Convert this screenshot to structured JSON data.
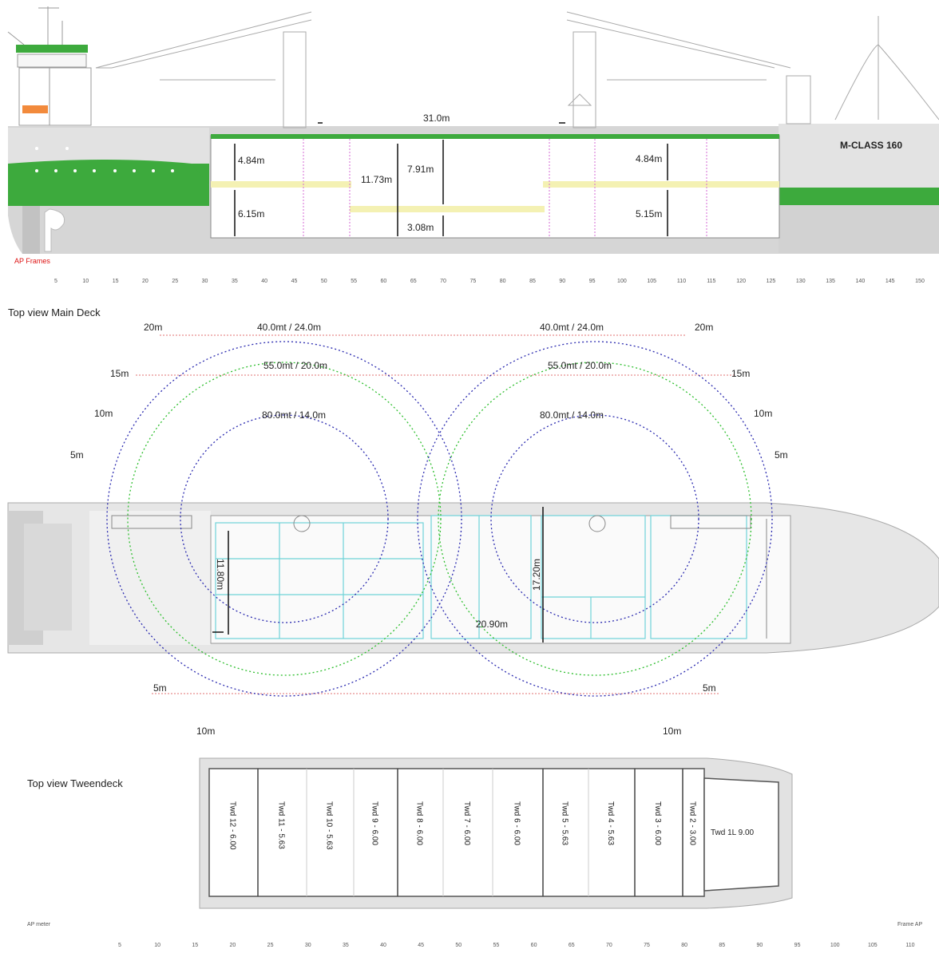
{
  "side_view": {
    "ship_name": "M-CLASS 160",
    "ap_frames_label": "AP Frames",
    "hold_length": "31.0m",
    "dim_upper_left": "4.84m",
    "dim_lower_left": "6.15m",
    "dim_mid_total": "11.73m",
    "dim_mid_upper": "7.91m",
    "dim_mid_lower": "3.08m",
    "dim_upper_right": "4.84m",
    "dim_lower_right": "5.15m",
    "frame_ticks": [
      "5",
      "10",
      "15",
      "20",
      "25",
      "30",
      "35",
      "40",
      "45",
      "50",
      "55",
      "60",
      "65",
      "70",
      "75",
      "80",
      "85",
      "90",
      "95",
      "100",
      "105",
      "110",
      "115",
      "120",
      "125",
      "130",
      "135",
      "140",
      "145",
      "150"
    ]
  },
  "main_deck": {
    "title": "Top view Main Deck",
    "crane_left": {
      "outer": "40.0mt / 24.0m",
      "middle": "55.0mt / 20.0m",
      "inner": "80.0mt / 14.0m"
    },
    "crane_right": {
      "outer": "40.0mt / 24.0m",
      "middle": "55.0mt / 20.0m",
      "inner": "80.0mt / 14.0m"
    },
    "radius_labels": {
      "r20_left": "20m",
      "r20_right": "20m",
      "r15_left": "15m",
      "r15_right": "15m",
      "r10_left": "10m",
      "r10_right": "10m",
      "r5_left": "5m",
      "r5_right": "5m",
      "s5_left": "5m",
      "s5_right": "5m",
      "s10_left": "10m",
      "s10_right": "10m"
    },
    "hatch_width_left": "11.80m",
    "hatch_width_right": "17.20m",
    "hatch_length": "20.90m"
  },
  "tweendeck": {
    "title": "Top view Tweendeck",
    "panels": [
      "Twd 12 - 6.00",
      "Twd 11 - 5.63",
      "Twd 10 - 5.63",
      "Twd 9 - 6.00",
      "Twd 8 - 6.00",
      "Twd 7 - 6.00",
      "Twd 6 - 6.00",
      "Twd 5 - 5.63",
      "Twd 4 - 5.63",
      "Twd 3 - 6.00",
      "Twd 2 - 3.00"
    ],
    "bow_panel": "Twd 1L 9.00",
    "ap_meter_label": "AP meter",
    "fp_label": "Frame AP",
    "meter_ticks": [
      "5",
      "10",
      "15",
      "20",
      "25",
      "30",
      "35",
      "40",
      "45",
      "50",
      "55",
      "60",
      "65",
      "70",
      "75",
      "80",
      "85",
      "90",
      "95",
      "100",
      "105",
      "110"
    ]
  },
  "colors": {
    "hull_green": "#3daa3d",
    "hull_grey": "#d4d4d4",
    "crane_blue": "#2b2bb0",
    "crane_green": "#2fbf2f",
    "hatch_cyan": "#6fd3d8",
    "tween_yellow": "#f4f1b3",
    "ap_red": "#d11"
  }
}
